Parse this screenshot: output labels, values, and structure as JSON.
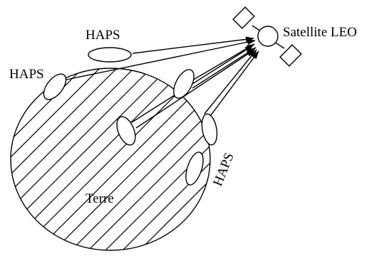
{
  "labels": {
    "satellite": "Satellite LEO",
    "haps_top": "HAPS",
    "haps_left": "HAPS",
    "haps_right": "HAPS",
    "earth": "Terre"
  },
  "colors": {
    "ink": "#000000",
    "background": "#ffffff"
  }
}
